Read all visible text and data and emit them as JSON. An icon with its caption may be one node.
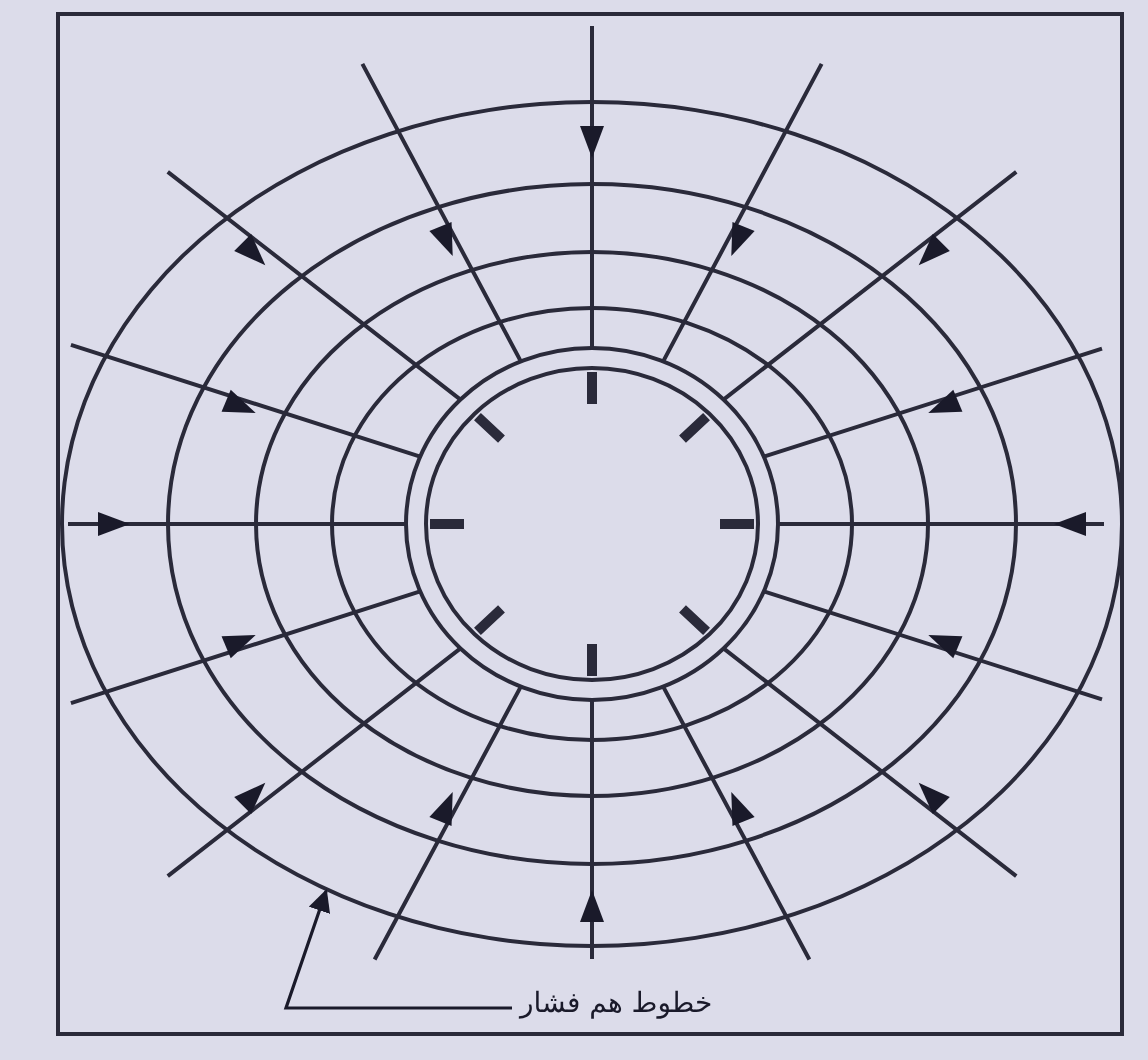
{
  "diagram": {
    "nodes": [
      {
        "text": [
          "خطوط هم فشار"
        ]
      },
      {
        "text": [],
        "shape": "circle"
      }
    ],
    "edges": [
      {
        "from": 0,
        "to": 1,
        "arrow": "to"
      }
    ]
  }
}
